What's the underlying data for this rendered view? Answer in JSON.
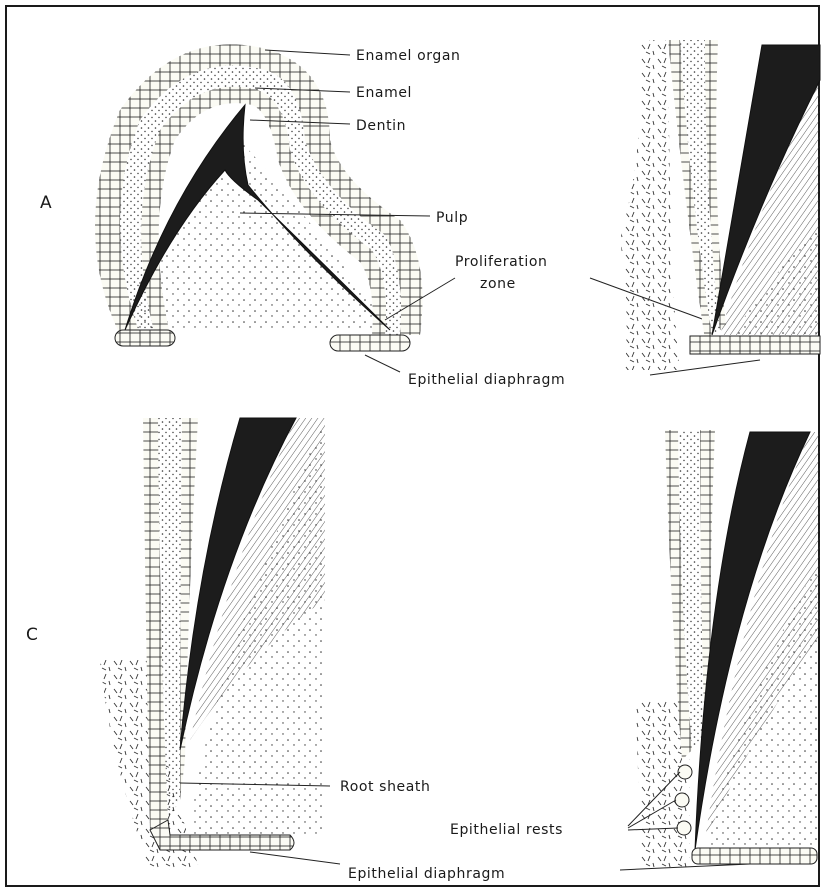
{
  "panel_letters": {
    "a": "A",
    "c": "C"
  },
  "labels": {
    "enamel_organ": "Enamel organ",
    "enamel": "Enamel",
    "dentin": "Dentin",
    "pulp": "Pulp",
    "proliferation_zone_1": "Proliferation",
    "proliferation_zone_2": "zone",
    "epithelial_diaphragm_top": "Epithelial diaphragm",
    "root_sheath": "Root sheath",
    "epithelial_rests": "Epithelial rests",
    "epithelial_diaphragm_bottom": "Epithelial diaphragm"
  },
  "colors": {
    "ink": "#1c1c1c",
    "border": "#1a1a1a",
    "page": "#ffffff",
    "tissue_tint": "#fbfbf4"
  }
}
